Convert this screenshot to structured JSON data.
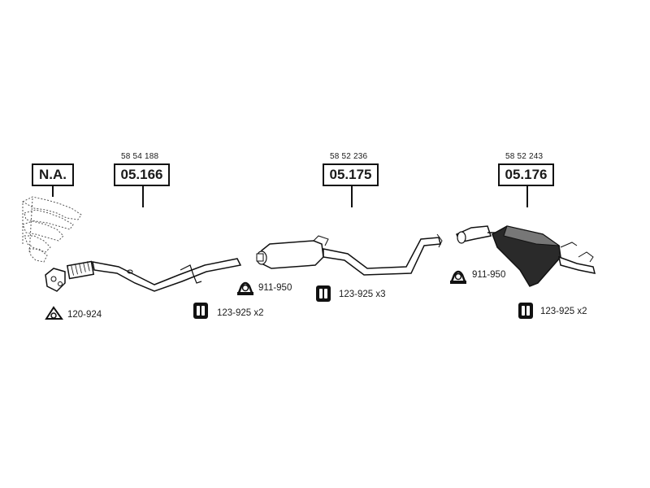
{
  "sections": [
    {
      "part_number": "",
      "code": "N.A."
    },
    {
      "part_number": "58 54 188",
      "code": "05.166"
    },
    {
      "part_number": "58 52 236",
      "code": "05.175"
    },
    {
      "part_number": "58 52 243",
      "code": "05.176"
    }
  ],
  "accessories": [
    {
      "icon": "gasket-icon",
      "label": "120-924"
    },
    {
      "icon": "clamp-icon",
      "label": "911-950"
    },
    {
      "icon": "rubber-mount-icon",
      "label": "123-925 x2"
    },
    {
      "icon": "rubber-mount-icon",
      "label": "123-925 x3"
    },
    {
      "icon": "clamp-icon",
      "label": "911-950"
    },
    {
      "icon": "rubber-mount-icon",
      "label": "123-925 x2"
    }
  ]
}
